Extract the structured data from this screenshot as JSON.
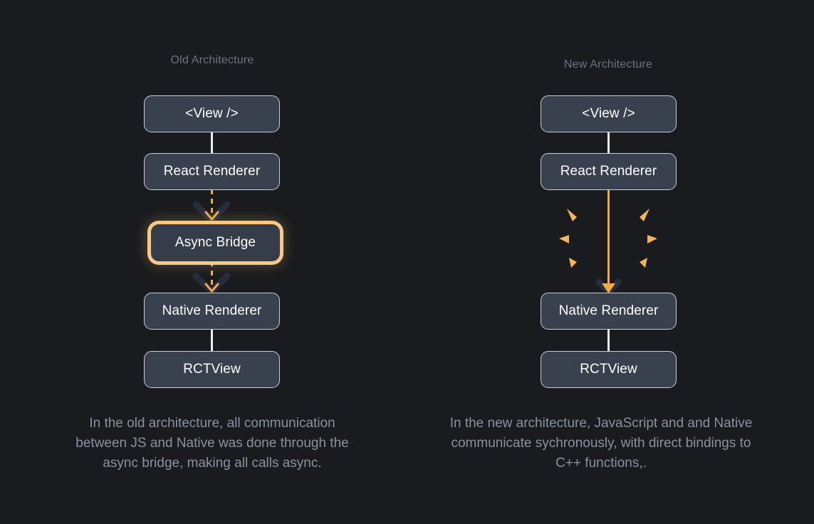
{
  "theme": {
    "background": "#1a1b1e",
    "node_fill": "#39404e",
    "node_border": "#c9cdd6",
    "node_text": "#ffffff",
    "accent_orange": "#f0a94b",
    "highlight_border": "#f7c886",
    "header_text": "#6d7483",
    "caption_text": "#8a919f",
    "connector": "#e9ebef",
    "chevron_shadow": "#262d3b"
  },
  "diagram": {
    "type": "comparison-flow",
    "columns": [
      {
        "id": "old",
        "header": "Old Architecture",
        "nodes": [
          {
            "id": "old-view",
            "label": "<View />",
            "highlighted": false
          },
          {
            "id": "old-react",
            "label": "React Renderer",
            "highlighted": false
          },
          {
            "id": "old-bridge",
            "label": "Async Bridge",
            "highlighted": true
          },
          {
            "id": "old-native",
            "label": "Native Renderer",
            "highlighted": false
          },
          {
            "id": "old-rct",
            "label": "RCTView",
            "highlighted": false
          }
        ],
        "connectors": [
          {
            "from": "old-view",
            "to": "old-react",
            "style": "solid-white"
          },
          {
            "from": "old-react",
            "to": "old-bridge",
            "style": "dashed-orange-arrow"
          },
          {
            "from": "old-bridge",
            "to": "old-native",
            "style": "dashed-orange-arrow"
          },
          {
            "from": "old-native",
            "to": "old-rct",
            "style": "solid-white"
          }
        ],
        "caption": "In the old architecture, all communication between JS and Native was done through the async bridge, making all calls async."
      },
      {
        "id": "new",
        "header": "New Architecture",
        "nodes": [
          {
            "id": "new-view",
            "label": "<View />",
            "highlighted": false
          },
          {
            "id": "new-react",
            "label": "React Renderer",
            "highlighted": false
          },
          {
            "id": "new-native",
            "label": "Native Renderer",
            "highlighted": false
          },
          {
            "id": "new-rct",
            "label": "RCTView",
            "highlighted": false
          }
        ],
        "connectors": [
          {
            "from": "new-view",
            "to": "new-react",
            "style": "solid-white"
          },
          {
            "from": "new-react",
            "to": "new-native",
            "style": "solid-orange-arrow"
          },
          {
            "from": "new-native",
            "to": "new-rct",
            "style": "solid-white"
          }
        ],
        "decoration": {
          "name": "bridge-removed-burst",
          "rays": 6,
          "color": "#f0a94b"
        },
        "caption": "In the new architecture, JavaScript and and Native communicate sychronously, with direct bindings to C++ functions,."
      }
    ]
  }
}
